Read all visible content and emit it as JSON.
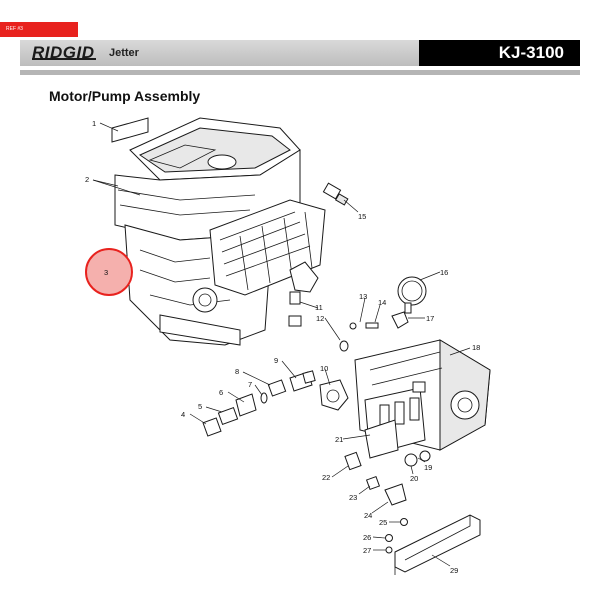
{
  "ref_tag": "REF #3",
  "header": {
    "brand": "RIDGID",
    "product": "Jetter",
    "model": "KJ-3100",
    "brand_color": "#e8221e"
  },
  "section_title": "Motor/Pump Assembly",
  "callouts": [
    "1",
    "2",
    "3",
    "4",
    "5",
    "6",
    "7",
    "8",
    "9",
    "10",
    "11",
    "12",
    "13",
    "14",
    "15",
    "16",
    "17",
    "18",
    "19",
    "20",
    "21",
    "22",
    "23",
    "24",
    "25",
    "26",
    "27",
    "29"
  ],
  "highlighted_callout": "3"
}
